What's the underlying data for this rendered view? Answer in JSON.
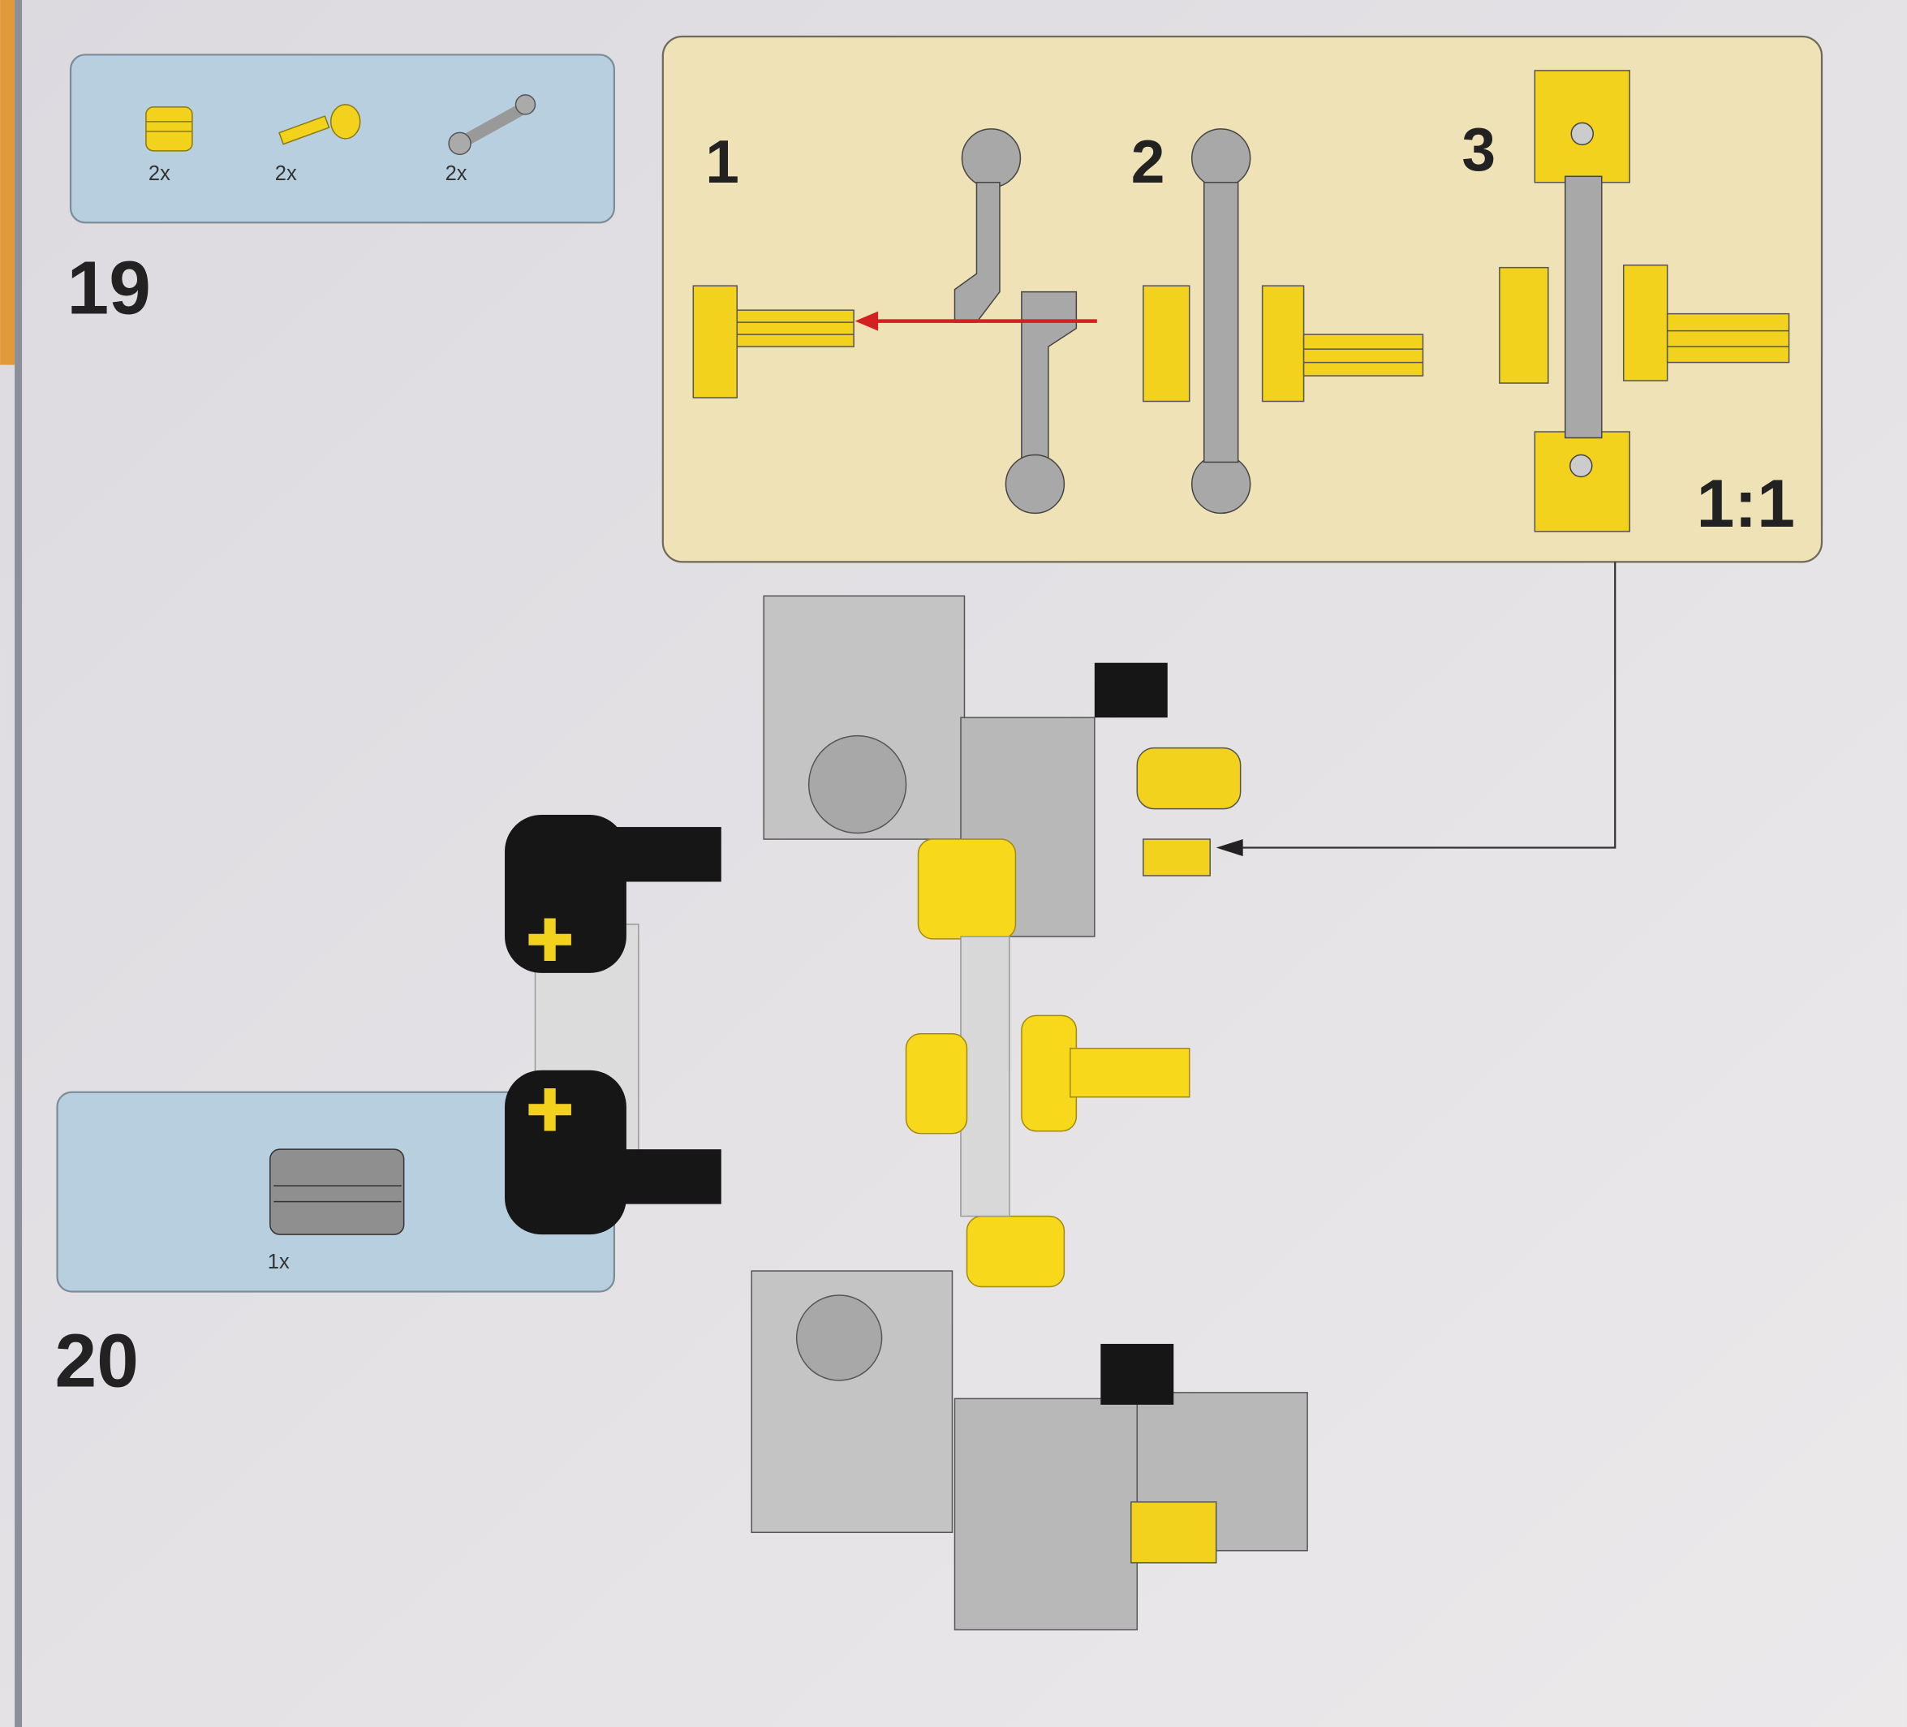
{
  "colors": {
    "paper": "#e4e2e4",
    "parts_box": "#b8cfe0",
    "step_box": "#efe2b6",
    "yellow": "#f2d21c",
    "gray": "#a9a9a9",
    "black": "#161616",
    "arrow_red": "#d42020"
  },
  "step19": {
    "number": "19",
    "parts": [
      {
        "icon": "piston-icon",
        "qty": "2x"
      },
      {
        "icon": "axle-pin-icon",
        "qty": "2x"
      },
      {
        "icon": "crank-arm-icon",
        "qty": "2x"
      }
    ],
    "substeps": [
      {
        "label": "1"
      },
      {
        "label": "2"
      },
      {
        "label": "3"
      }
    ],
    "scale": "1:1"
  },
  "step20": {
    "number": "20",
    "parts": [
      {
        "icon": "engine-cylinder-icon",
        "qty": "1x"
      }
    ]
  }
}
